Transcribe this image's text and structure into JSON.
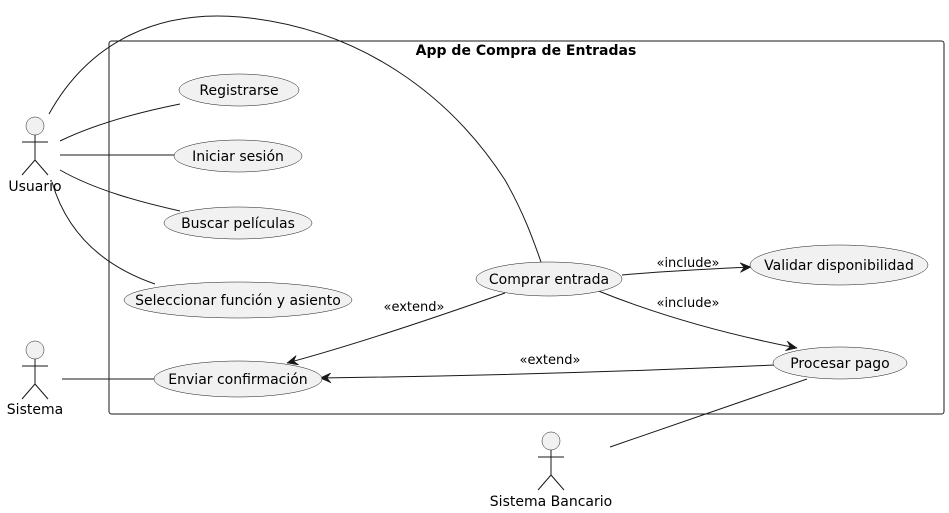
{
  "system": {
    "title": "App de Compra de Entradas"
  },
  "actors": {
    "usuario": "Usuario",
    "sistema": "Sistema",
    "banco": "Sistema Bancario"
  },
  "use_cases": {
    "registrarse": "Registrarse",
    "iniciar_sesion": "Iniciar sesión",
    "buscar_peliculas": "Buscar películas",
    "seleccionar": "Seleccionar función y asiento",
    "comprar": "Comprar entrada",
    "validar": "Validar disponibilidad",
    "procesar": "Procesar pago",
    "enviar": "Enviar confirmación"
  },
  "relations": {
    "include_validar": "«include»",
    "include_procesar": "«include»",
    "extend_comprar": "«extend»",
    "extend_procesar": "«extend»"
  },
  "colors": {
    "fill": "#f1f1f1",
    "stroke": "#181818"
  }
}
